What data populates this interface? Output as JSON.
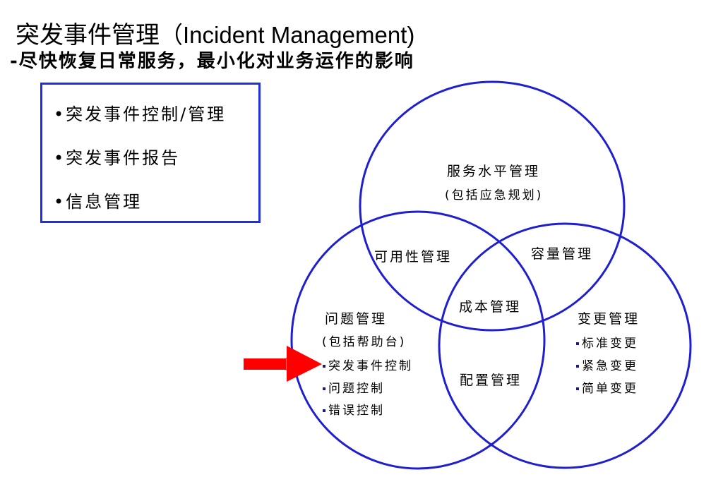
{
  "header": {
    "title_cn": "突发事件管理",
    "title_en": "（Incident Management)",
    "subtitle": "-尽快恢复日常服务，最小化对业务运作的影响"
  },
  "box": {
    "items": [
      "•突发事件控制/管理",
      "•突发事件报告",
      "•信息管理"
    ]
  },
  "diagram": {
    "circle_color": "#1f1fd0",
    "arrow_color": "#ff0000",
    "top": {
      "title": "服务水平管理",
      "sub": "(包括应急规划)"
    },
    "left": {
      "title": "问题管理",
      "sub": "(包括帮助台)",
      "items": [
        "突发事件控制",
        "问题控制",
        "错误控制"
      ]
    },
    "right": {
      "title": "变更管理",
      "items": [
        "标准变更",
        "紧急变更",
        "简单变更"
      ]
    },
    "top_left": "可用性管理",
    "top_right": "容量管理",
    "center": "成本管理",
    "bottom": "配置管理"
  }
}
